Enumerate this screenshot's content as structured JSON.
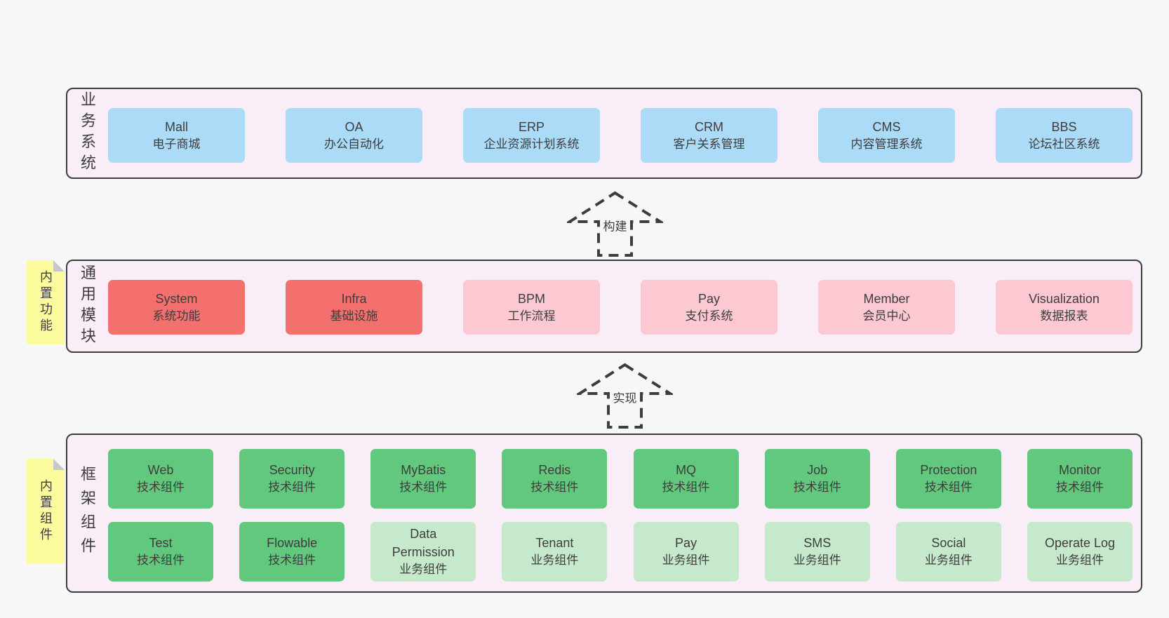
{
  "colors": {
    "page_bg": "#f7f7f7",
    "band_bg": "#f9eef7",
    "border": "#3d3d3d",
    "text": "#3d3d3d",
    "blue": "#abdbf7",
    "red": "#f4706e",
    "pink": "#fcc9d3",
    "green": "#62c87d",
    "light_green": "#c7e9cb",
    "sticky_yellow": "#fcfc9e",
    "fold_gray": "#c8c8c8"
  },
  "arrows": [
    {
      "label": "构建"
    },
    {
      "label": "实现"
    }
  ],
  "bands": [
    {
      "label": "业务系统",
      "boxes": [
        {
          "name": "Mall",
          "subtitle": "电子商城",
          "variant": "blue"
        },
        {
          "name": "OA",
          "subtitle": "办公自动化",
          "variant": "blue"
        },
        {
          "name": "ERP",
          "subtitle": "企业资源计划系统",
          "variant": "blue"
        },
        {
          "name": "CRM",
          "subtitle": "客户关系管理",
          "variant": "blue"
        },
        {
          "name": "CMS",
          "subtitle": "内容管理系统",
          "variant": "blue"
        },
        {
          "name": "BBS",
          "subtitle": "论坛社区系统",
          "variant": "blue"
        }
      ]
    },
    {
      "label": "通用模块",
      "sticky": "内置功能",
      "boxes": [
        {
          "name": "System",
          "subtitle": "系统功能",
          "variant": "red"
        },
        {
          "name": "Infra",
          "subtitle": "基础设施",
          "variant": "red"
        },
        {
          "name": "BPM",
          "subtitle": "工作流程",
          "variant": "pink"
        },
        {
          "name": "Pay",
          "subtitle": "支付系统",
          "variant": "pink"
        },
        {
          "name": "Member",
          "subtitle": "会员中心",
          "variant": "pink"
        },
        {
          "name": "Visualization",
          "subtitle": "数据报表",
          "variant": "pink"
        }
      ]
    },
    {
      "label": "框架组件",
      "sticky": "内置组件",
      "rows": [
        [
          {
            "name": "Web",
            "subtitle": "技术组件",
            "variant": "green"
          },
          {
            "name": "Security",
            "subtitle": "技术组件",
            "variant": "green"
          },
          {
            "name": "MyBatis",
            "subtitle": "技术组件",
            "variant": "green"
          },
          {
            "name": "Redis",
            "subtitle": "技术组件",
            "variant": "green"
          },
          {
            "name": "MQ",
            "subtitle": "技术组件",
            "variant": "green"
          },
          {
            "name": "Job",
            "subtitle": "技术组件",
            "variant": "green"
          },
          {
            "name": "Protection",
            "subtitle": "技术组件",
            "variant": "green"
          },
          {
            "name": "Monitor",
            "subtitle": "技术组件",
            "variant": "green"
          }
        ],
        [
          {
            "name": "Test",
            "subtitle": "技术组件",
            "variant": "green"
          },
          {
            "name": "Flowable",
            "subtitle": "技术组件",
            "variant": "green"
          },
          {
            "name": "Data Permission",
            "subtitle": "业务组件",
            "variant": "light_green"
          },
          {
            "name": "Tenant",
            "subtitle": "业务组件",
            "variant": "light_green"
          },
          {
            "name": "Pay",
            "subtitle": "业务组件",
            "variant": "light_green"
          },
          {
            "name": "SMS",
            "subtitle": "业务组件",
            "variant": "light_green"
          },
          {
            "name": "Social",
            "subtitle": "业务组件",
            "variant": "light_green"
          },
          {
            "name": "Operate Log",
            "subtitle": "业务组件",
            "variant": "light_green"
          }
        ]
      ]
    }
  ]
}
